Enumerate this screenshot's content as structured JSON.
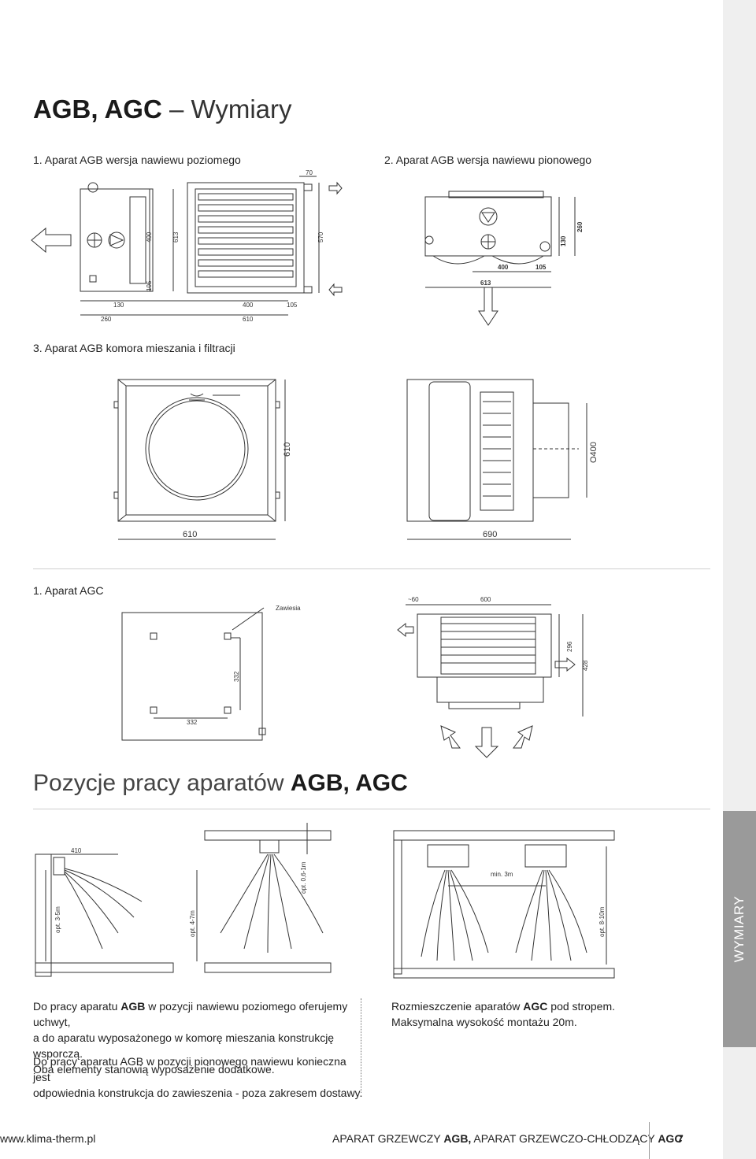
{
  "header": {
    "title_bold": "AGB, AGC",
    "title_dash": "–",
    "title_rest": "Wymiary"
  },
  "captions": {
    "c1": "1. Aparat AGB wersja nawiewu poziomego",
    "c2": "2. Aparat AGB wersja nawiewu pionowego",
    "c3": "3. Aparat AGB komora mieszania i filtracji",
    "c4": "1. Aparat AGC"
  },
  "dims": {
    "d70": "70",
    "d400": "400",
    "d613": "613",
    "d570": "570",
    "d105": "105",
    "d130": "130",
    "d260": "260",
    "d610": "610",
    "d690": "690",
    "d400b": "400",
    "d105b": "105",
    "d613b": "613",
    "d130b": "130",
    "d260b": "260",
    "d610v": "610",
    "o400": "O400",
    "zawiesia": "Zawiesia",
    "d332v": "332",
    "d332h": "332",
    "d60": "~60",
    "d600": "600",
    "d296": "296",
    "d428": "428"
  },
  "section": {
    "title_light": "Pozycje pracy aparatów",
    "title_bold": "AGB, AGC"
  },
  "positions": {
    "p410": "410",
    "opt3_5": "opt. 3-5m",
    "opt4_7": "opt. 4-7m",
    "opt06_1": "opt. 0,6-1m",
    "min3": "min. 3m",
    "opt8_10": "opt. 8-10m"
  },
  "text": {
    "left_p1_a": "Do pracy aparatu ",
    "left_p1_b": "AGB",
    "left_p1_c": " w pozycji nawiewu poziomego oferujemy uchwyt,",
    "left_p1_d": "a do aparatu wyposażonego w komorę mieszania konstrukcję wsporczą.",
    "left_p1_e": "Oba elementy stanowią wyposażenie dodatkowe.",
    "left_p2_a": "Do pracy aparatu AGB w pozycji pionowego nawiewu konieczna jest",
    "left_p2_b": "odpowiednia konstrukcja do zawieszenia - poza zakresem dostawy.",
    "right_p1_a": "Rozmieszczenie aparatów ",
    "right_p1_b": "AGC",
    "right_p1_c": " pod stropem.",
    "right_p2": "Maksymalna wysokość montażu 20m."
  },
  "sidebar": {
    "label": "WYMIARY"
  },
  "footer": {
    "url": "www.klima-therm.pl",
    "prod_a": "APARAT GRZEWCZY ",
    "prod_b": "AGB,",
    "prod_c": " APARAT GRZEWCZO-CHŁODZĄCY ",
    "prod_d": "AGC",
    "page": "7"
  }
}
